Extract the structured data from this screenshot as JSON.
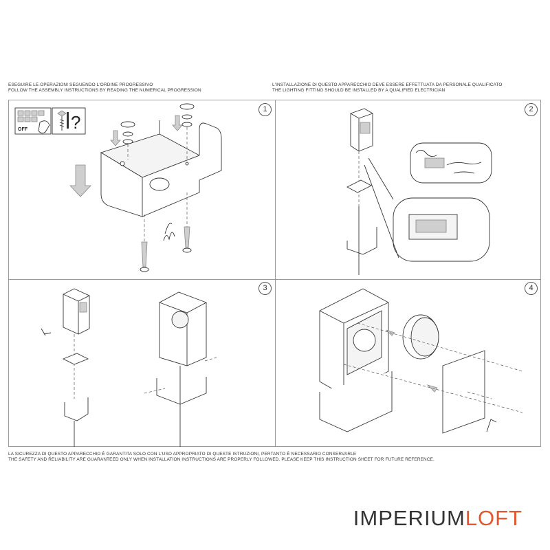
{
  "header": {
    "left": [
      "ESEGUIRE LE OPERAZIONI SEGUENDO L'ORDINE PROGRESSIVO",
      "FOLLOW THE ASSEMBLY INSTRUCTIONS BY READING THE NUMERICAL PROGRESSION"
    ],
    "right": [
      "L'INSTALLAZIONE DI QUESTO APPARECCHIO DEVE ESSERE EFFETTUATA DA PERSONALE QUALIFICATO",
      "THE LIGHTING FITTING SHOULD BE INSTALLED BY A QUALIFIED ELECTRICIAN"
    ]
  },
  "steps": [
    "1",
    "2",
    "3",
    "4"
  ],
  "panel1": {
    "off_label": "OFF",
    "question_mark": "?"
  },
  "footer": [
    "LA SICUREZZA DI QUESTO APPARECCHIO È GARANTITA SOLO CON L'USO APPROPRIATO DI QUESTE ISTRUZIONI, PERTANTO È NECESSARIO CONSERVARLE",
    "THE SAFETY AND RELIABILITY ARE GUARANTEED ONLY WHEN INSTALLATION INSTRUCTIONS ARE PROPERLY FOLLOWED. PLEASE KEEP THIS INSTRUCTION SHEET FOR FUTURE REFERENCE."
  ],
  "brand": {
    "part1": "IMPERIUM",
    "part2": "LOFT",
    "color_part1": "#333333",
    "color_part2": "#e4572e"
  }
}
